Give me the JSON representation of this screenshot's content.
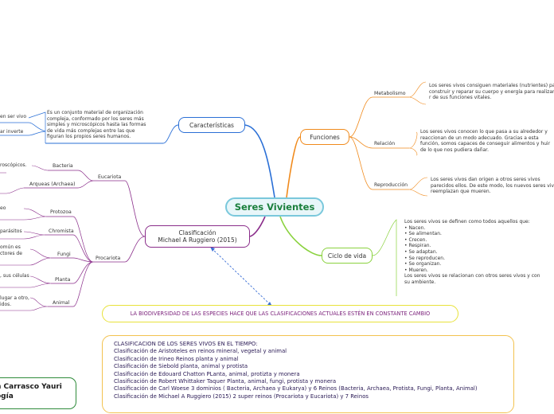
{
  "central": "Seres Vivientes",
  "caracteristicas": {
    "title": "Características",
    "desc": "Es un conjunto material de organización compleja, conformado por los seres más simples y microscópicos hasta las formas de vida más complejas entre las que figuran los propios seres humanos.",
    "left1": "en ser vivo",
    "left2": "ar inverte"
  },
  "funciones": {
    "title": "Funciones",
    "items": [
      {
        "label": "Metabolismo",
        "text": "Los seres vivos consiguen materiales (nutrientes) para construir y reparar su cuerpo y energía para realizar el r de sus funciones vitales."
      },
      {
        "label": "Relación",
        "text": "Los seres vivos conocen lo que pasa a su alrededor y reaccionan de un modo adecuado. Gracias a esta función, somos capaces de conseguir alimentos y huir de lo que nos pudiera dañar."
      },
      {
        "label": "Reproducción",
        "text": "Los seres vivos dan origen a otros seres vivos parecidos ellos. De este modo, los nuevos seres vivos reemplazan que mueren."
      }
    ]
  },
  "ciclo": {
    "title": "Ciclo de vida",
    "lines": [
      "Los seres vivos se definen como todos aquellos que:",
      "• Nacen.",
      "• Se alimentan.",
      "• Crecen.",
      "• Respiran.",
      "• Se adaptan.",
      "• Se reproducen.",
      "• Se organizan.",
      "• Mueren.",
      "Los seres vivos se relacionan con otros seres vivos y con su ambiente."
    ]
  },
  "clasificacion": {
    "title1": "Clasificación",
    "title2": "Michael A Ruggiero (2015)",
    "eucariota": "Eucariota",
    "procariota": "Procariota",
    "bacteria": "Bacteria",
    "arqueas": "Arqueas (Archaea)",
    "protozoa": "Protozoa",
    "chromista": "Chromista",
    "fungi": "Fungi",
    "planta": "Planta",
    "animal": "Animal",
    "snippets": {
      "s1": "roscópicos.",
      "s2": "eo",
      "s3": "parásitos",
      "s4a": "omún es",
      "s4b": "ctores de",
      "s5": ", sus células",
      "s6a": "lugar a otro,",
      "s6b": "idos."
    }
  },
  "biodiversidad": "LA BIODIVERSIDAD DE LAS ESPECIES HACE QUE LAS CLASIFICACIONES ACTUALES ESTÉN EN CONSTANTE CAMBIO",
  "timeline": [
    "CLASIFICACION DE LOS SERES VIVOS EN EL TIEMPO:",
    "Clasificación de Aristoteles en reinos mineral, vegetal y animal",
    "Clasificación de Irineo Reinos planta y animal",
    "Clasificación de Siebold planta, animal y protista",
    "Clasificación de Edouard Chatton PLanta, animal, protizta y monera",
    "Clasificación de Robert Whittaker Taquer Planta, animal, fungi, protista y monera",
    "Clasificación de Carl Woese 3 dominios ( Bacteria, Archaea y Eukarya) y 6 Reinos (Bacteria, Archaea, Protista, Fungi, Planta, Animal)",
    "Clasificación de Michael A Ruggiero (2015) 2 super reinos (Procariota y Eucariota) y 7 Reinos"
  ],
  "author": {
    "line1": "n Carrasco Yauri",
    "line2": "ogía"
  },
  "colors": {
    "caracteristicas": "#2a6fd6",
    "funciones": "#f08a1c",
    "ciclo": "#8ad23e",
    "clasificacion": "#8a2d8a",
    "central_border": "#7ac8dc",
    "central_text": "#1a7f3c"
  }
}
